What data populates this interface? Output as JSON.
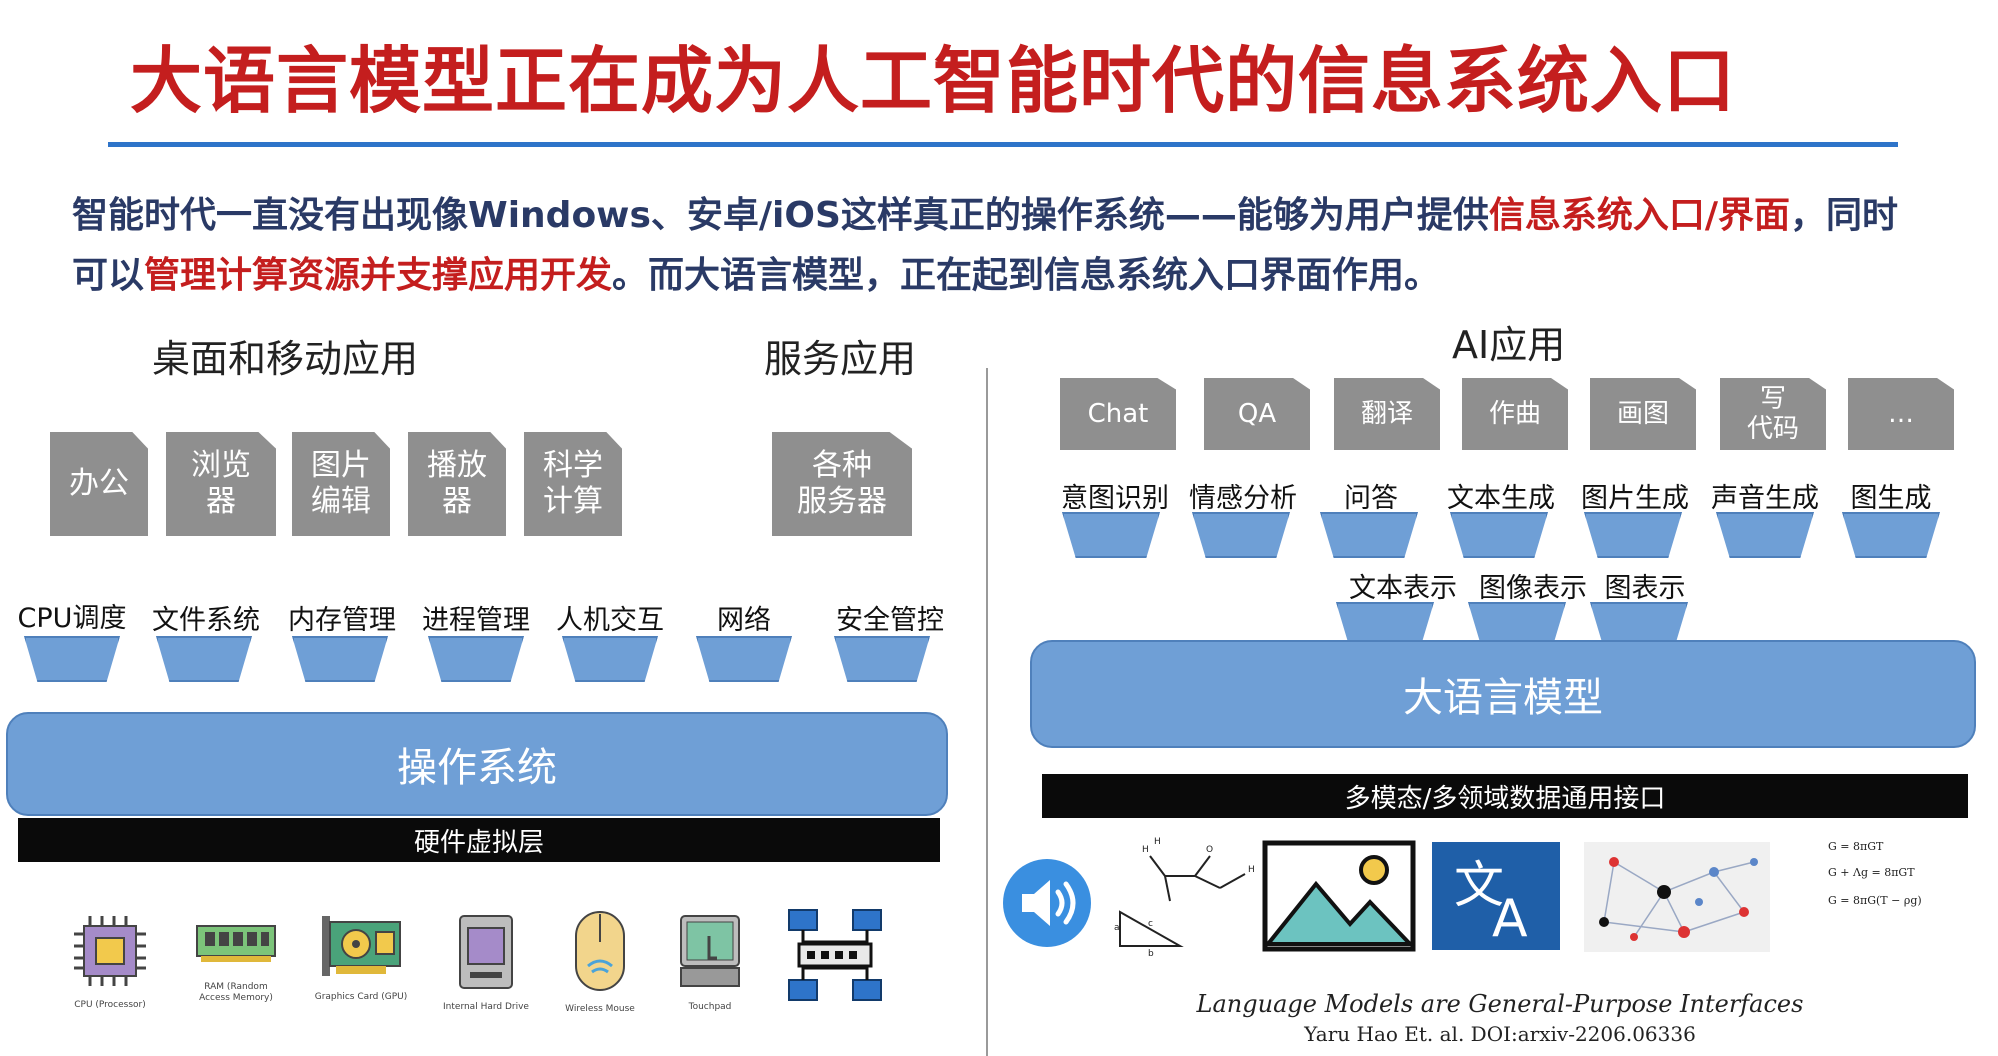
{
  "title": "大语言模型正在成为人工智能时代的信息系统入口",
  "intro": {
    "l1_a": "智能时代一直没有出现像Windows、安卓/iOS这样真正的操作系统——能够为用户提供",
    "l1_b": "信息系统入口/界面",
    "l1_c": "，同时",
    "l2_a": "可以",
    "l2_b": "管理计算资源并支撑应用开发",
    "l2_c": "。而大语言模型，正在起到信息系统入口界面作用。"
  },
  "left": {
    "desktop_heading": "桌面和移动应用",
    "service_heading": "服务应用",
    "apps": [
      "办公",
      "浏览\n器",
      "图片\n编辑",
      "播放\n器",
      "科学\n计算"
    ],
    "server_app": "各种\n服务器",
    "modules": [
      "CPU调度",
      "文件系统",
      "内存管理",
      "进程管理",
      "人机交互",
      "网络",
      "安全管控"
    ],
    "os_bar": "操作系统",
    "hw_bar": "硬件虚拟层",
    "devices": [
      {
        "icon": "cpu-icon",
        "caption": "CPU (Processor)"
      },
      {
        "icon": "ram-icon",
        "caption": "RAM (Random\nAccess Memory)"
      },
      {
        "icon": "gpu-card-icon",
        "caption": "Graphics Card (GPU)"
      },
      {
        "icon": "hard-drive-icon",
        "caption": "Internal Hard Drive"
      },
      {
        "icon": "wireless-mouse-icon",
        "caption": "Wireless Mouse"
      },
      {
        "icon": "touchpad-icon",
        "caption": "Touchpad"
      },
      {
        "icon": "network-icon",
        "caption": ""
      }
    ]
  },
  "right": {
    "heading": "AI应用",
    "apps": [
      "Chat",
      "QA",
      "翻译",
      "作曲",
      "画图",
      "写\n代码",
      "…"
    ],
    "modules": [
      "意图识别",
      "情感分析",
      "问答",
      "文本生成",
      "图片生成",
      "声音生成",
      "图生成"
    ],
    "reps": [
      "文本表示",
      "图像表示",
      "图表示"
    ],
    "llm_bar": "大语言模型",
    "interface_bar": "多模态/多领域数据通用接口",
    "modalities": [
      "speaker-icon",
      "molecule-triangle-icon",
      "image-icon",
      "translate-icon",
      "graph-network-icon",
      "equations-icon"
    ],
    "citation_title": "Language Models are General-Purpose Interfaces",
    "citation_ref": "Yaru Hao Et. al. DOI:arxiv-2206.06336"
  },
  "colors": {
    "title_red": "#c41e1e",
    "accent_blue": "#6f9fd6",
    "rule_blue": "#2e74c9",
    "tile_gray": "#8f8f8f"
  }
}
